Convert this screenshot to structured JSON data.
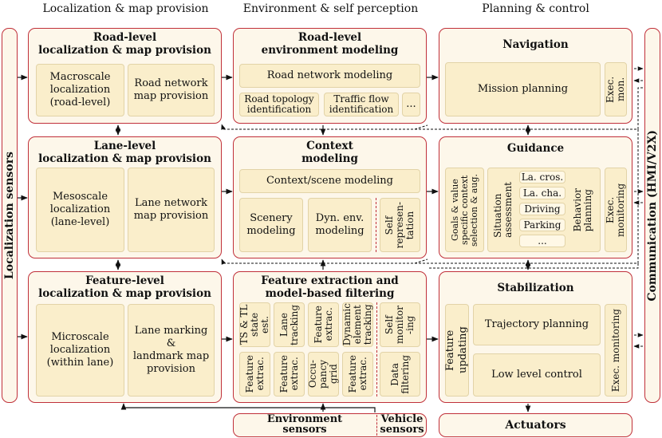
{
  "headers": {
    "col1": "Localization & map provision",
    "col2": "Environment & self perception",
    "col3": "Planning & control"
  },
  "side": {
    "left": "Localization sensors",
    "right": "Communication (HMI/V2X)"
  },
  "road_loc": {
    "title1": "Road-level",
    "title2": "localization & map provision",
    "box1": [
      "Macroscale",
      "localization",
      "(road-level)"
    ],
    "box2": [
      "Road network",
      "map provision"
    ]
  },
  "lane_loc": {
    "title1": "Lane-level",
    "title2": "localization & map provision",
    "box1": [
      "Mesoscale",
      "localization",
      "(lane-level)"
    ],
    "box2": [
      "Lane network",
      "map provision"
    ]
  },
  "feat_loc": {
    "title1": "Feature-level",
    "title2": "localization & map provision",
    "box1": [
      "Microscale",
      "localization",
      "(within lane)"
    ],
    "box2": [
      "Lane marking &",
      "landmark map",
      "provision"
    ]
  },
  "road_env": {
    "title1": "Road-level",
    "title2": "environment modeling",
    "main": "Road network modeling",
    "sub1": [
      "Road topology",
      "identification"
    ],
    "sub2": [
      "Traffic flow",
      "identification"
    ],
    "sub3": "..."
  },
  "context": {
    "title1": "Context",
    "title2": "modeling",
    "main": "Context/scene modeling",
    "sub1": [
      "Scenery",
      "modeling"
    ],
    "sub2": [
      "Dyn. env.",
      "modeling"
    ],
    "sub3": [
      "Self",
      "represen-",
      "tation"
    ]
  },
  "feature": {
    "title1": "Feature extraction and",
    "title2": "model-based filtering",
    "top": [
      [
        "TS & TL",
        "state est."
      ],
      [
        "Lane",
        "tracking"
      ],
      [
        "Feature",
        "extrac."
      ],
      [
        "Dynamic",
        "element",
        "tracking"
      ]
    ],
    "bottom": [
      [
        "Feature",
        "extrac."
      ],
      [
        "Feature",
        "extrac."
      ],
      [
        "Occu-",
        "pancy",
        "grid"
      ],
      [
        "Feature",
        "extrac."
      ]
    ],
    "self_monitor": [
      "Self",
      "monitor",
      "-ing"
    ],
    "data_filter": [
      "Data",
      "filtering"
    ]
  },
  "navigation": {
    "title": "Navigation",
    "mission": "Mission planning",
    "exec": "Exec. mon."
  },
  "guidance": {
    "title": "Guidance",
    "goals": [
      "Goals & value",
      "specific context",
      "selection & aug."
    ],
    "situation": [
      "Situation",
      "assessment"
    ],
    "behaviors": [
      "La. cros.",
      "La. cha.",
      "Driving",
      "Parking",
      "..."
    ],
    "behavior_planning": [
      "Behavior",
      "planning"
    ],
    "exec": "Exec. monitoring"
  },
  "stabilization": {
    "title": "Stabilization",
    "feature_updating": "Feature updating",
    "trajectory": "Trajectory planning",
    "low_level": "Low level control",
    "exec": "Exec. monitoring"
  },
  "bottom": {
    "env_sensors": [
      "Environment",
      "sensors"
    ],
    "vehicle_sensors": [
      "Vehicle",
      "sensors"
    ],
    "actuators": "Actuators"
  }
}
